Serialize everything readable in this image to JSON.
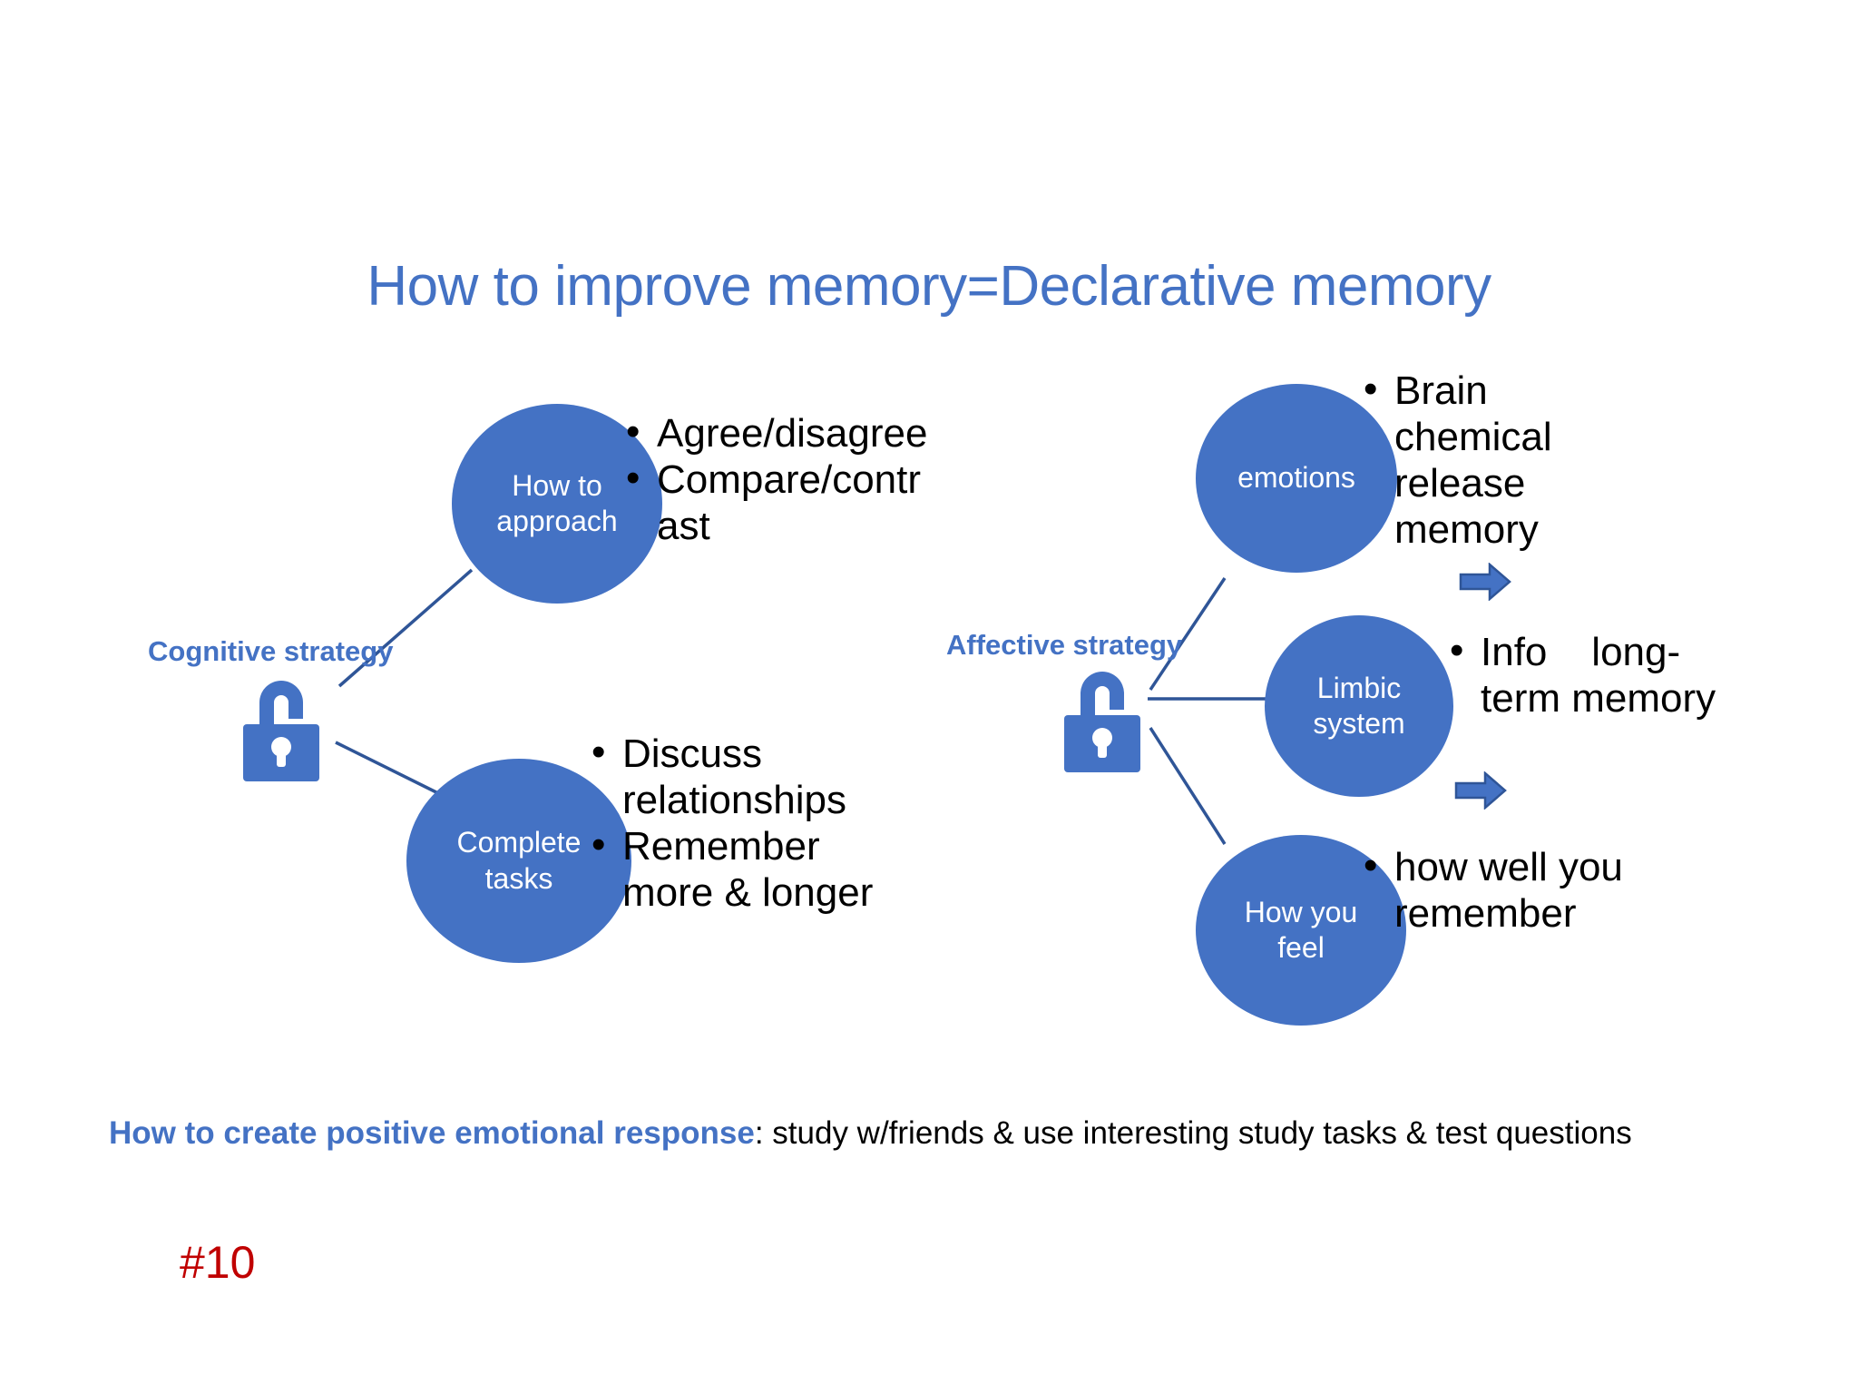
{
  "slide": {
    "title": "How to improve memory=Declarative memory",
    "page_number": "#10",
    "colors": {
      "accent_blue": "#4472C4",
      "title_blue": "#4472C4",
      "page_number_red": "#C00000",
      "text_black": "#000000",
      "background": "#FFFFFF"
    }
  },
  "left_group": {
    "strategy_label": "Cognitive strategy",
    "lock_icon": "open-padlock-icon",
    "nodes": [
      {
        "id": "how-to-approach",
        "label_line1": "How to",
        "label_line2": "approach",
        "bullets": [
          "Agree/disagree",
          "Compare/contr",
          "ast"
        ]
      },
      {
        "id": "complete-tasks",
        "label_line1": "Complete",
        "label_line2": "tasks",
        "bullets": [
          "Discuss",
          "relationships",
          "Remember",
          "more & longer"
        ]
      }
    ]
  },
  "right_group": {
    "strategy_label": "Affective strategy",
    "lock_icon": "open-padlock-icon",
    "nodes": [
      {
        "id": "emotions",
        "label_line1": "emotions",
        "label_line2": "",
        "bullets": [
          "Brain",
          "chemical",
          "release",
          "memory"
        ],
        "arrow": "right-block-arrow"
      },
      {
        "id": "limbic-system",
        "label_line1": "Limbic",
        "label_line2": "system",
        "bullets": [
          "Info    long-",
          "term memory"
        ],
        "arrow": "right-block-arrow"
      },
      {
        "id": "how-you-feel",
        "label_line1": "How you",
        "label_line2": "feel",
        "bullets": [
          "how well you",
          "remember"
        ]
      }
    ]
  },
  "footer": {
    "lead": "How to create positive emotional response",
    "rest": ": study w/friends & use interesting study tasks & test questions"
  }
}
